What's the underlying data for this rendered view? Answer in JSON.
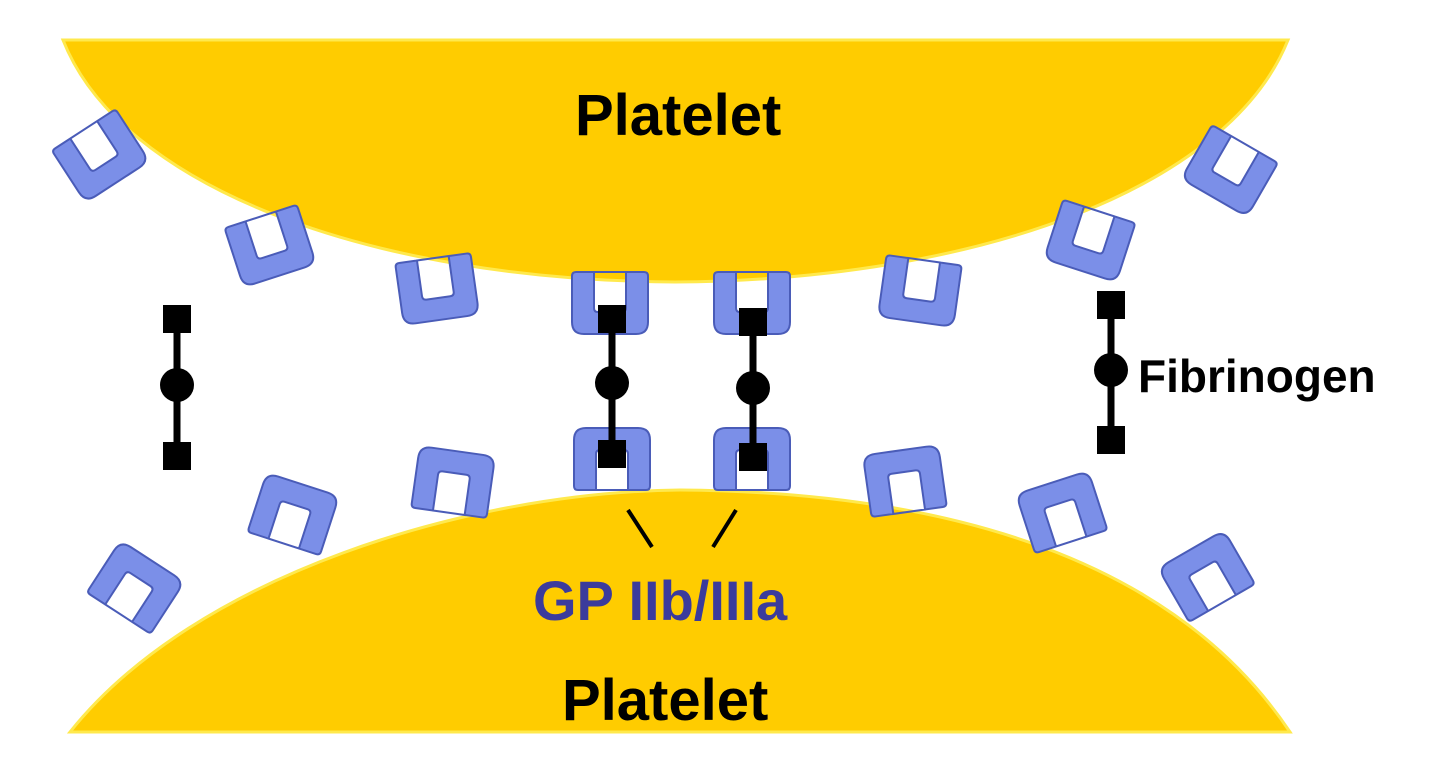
{
  "labels": {
    "top_platelet": "Platelet",
    "bottom_platelet": "Platelet",
    "fibrinogen": "Fibrinogen",
    "receptor": "GP IIb/IIIa"
  },
  "colors": {
    "platelet_fill": "#FFCC00",
    "platelet_edge": "#FFE94D",
    "receptor_fill": "#7B8FE8",
    "receptor_edge": "#4A5CB8",
    "receptor_text": "#3B3B9C",
    "fibrinogen": "#000000",
    "background": "#FFFFFF"
  }
}
